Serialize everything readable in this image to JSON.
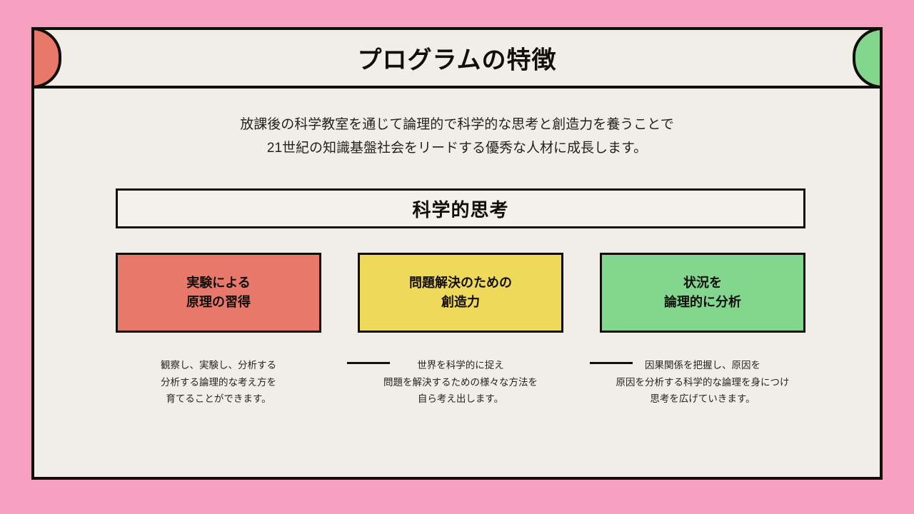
{
  "page": {
    "background_color": "#f5a0be",
    "card_background_color": "#f0eee7",
    "outline_color": "#120e0c"
  },
  "header": {
    "title": "プログラムの特徴",
    "left_blob_color": "#e8796a",
    "right_blob_color": "#83d68d"
  },
  "lead": {
    "line1": "放課後の科学教室を通じて論理的で科学的な思考と創造力を養うことで",
    "line2": "21世紀の知識基盤社会をリードする優秀な人材に成長します。"
  },
  "banner": {
    "label": "科学的思考"
  },
  "cards": [
    {
      "color": "#e8796a",
      "title_line1": "実験による",
      "title_line2": "原理の習得",
      "caption_line1": "観察し、実験し、分析する",
      "caption_line2": "分析する論理的な考え方を",
      "caption_line3": "育てることができます。"
    },
    {
      "color": "#efd95b",
      "title_line1": "問題解決のための",
      "title_line2": "創造力",
      "caption_line1": "世界を科学的に捉え",
      "caption_line2": "問題を解決するための様々な方法を",
      "caption_line3": "自ら考え出します。"
    },
    {
      "color": "#83d68d",
      "title_line1": "状況を",
      "title_line2": "論理的に分析",
      "caption_line1": "因果関係を把握し、原因を",
      "caption_line2": "原因を分析する科学的な論理を身につけ",
      "caption_line3": "思考を広げていきます。"
    }
  ]
}
